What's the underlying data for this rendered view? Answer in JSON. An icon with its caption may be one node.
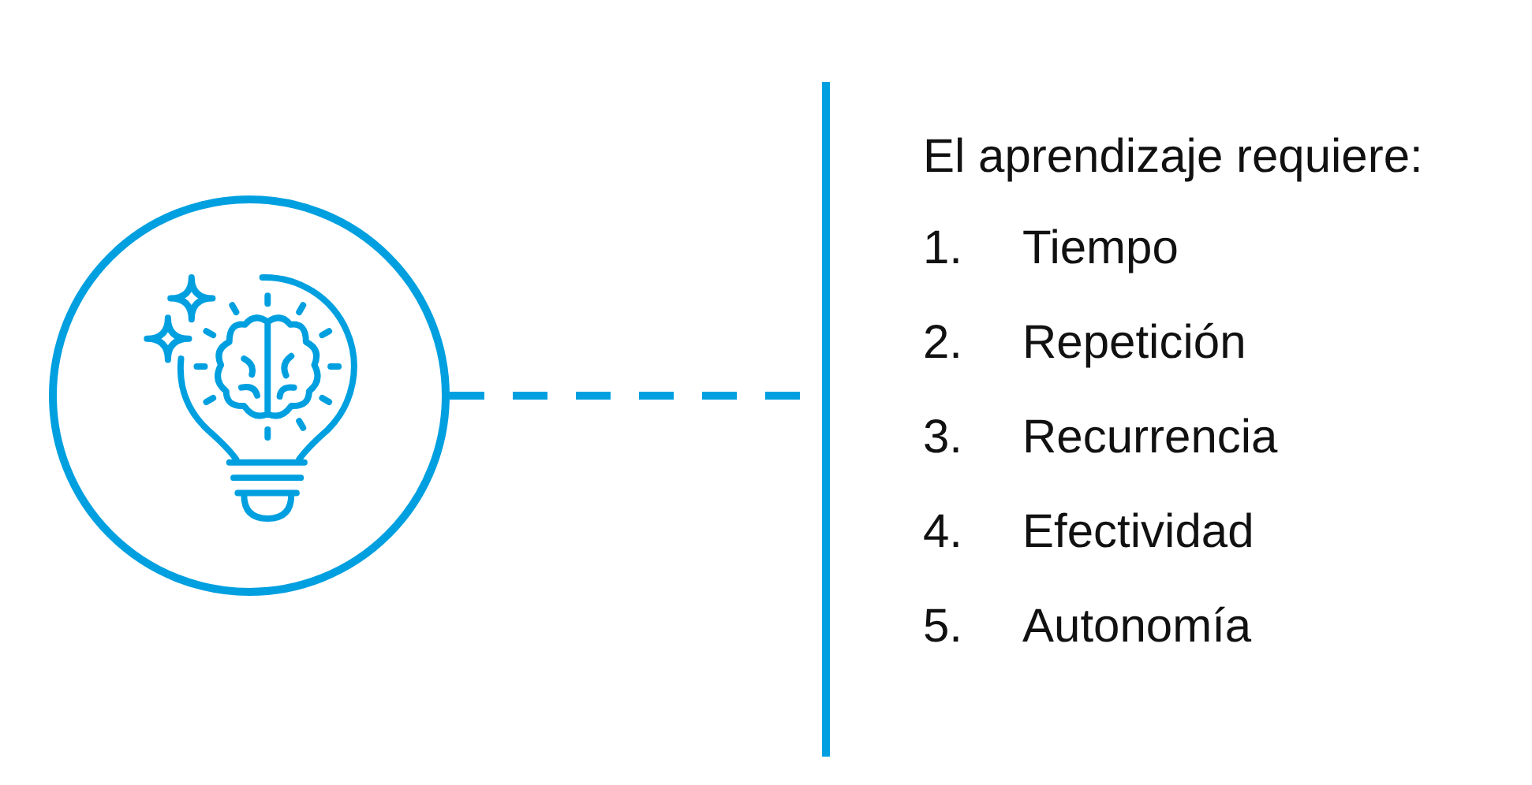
{
  "diagram": {
    "nodes": [
      {
        "text": [],
        "shape": "circle"
      },
      {
        "text": [],
        "shape": "bar"
      }
    ],
    "edges": [
      {
        "from": 0,
        "to": 1,
        "arrow": "none",
        "style": "dashed"
      }
    ],
    "labels": [
      "El aprendizaje requiere:",
      "1.",
      "Tiempo",
      "2.",
      "Repetición",
      "3.",
      "Recurrencia",
      "4.",
      "Efectividad",
      "5.",
      "Autonomía"
    ]
  }
}
